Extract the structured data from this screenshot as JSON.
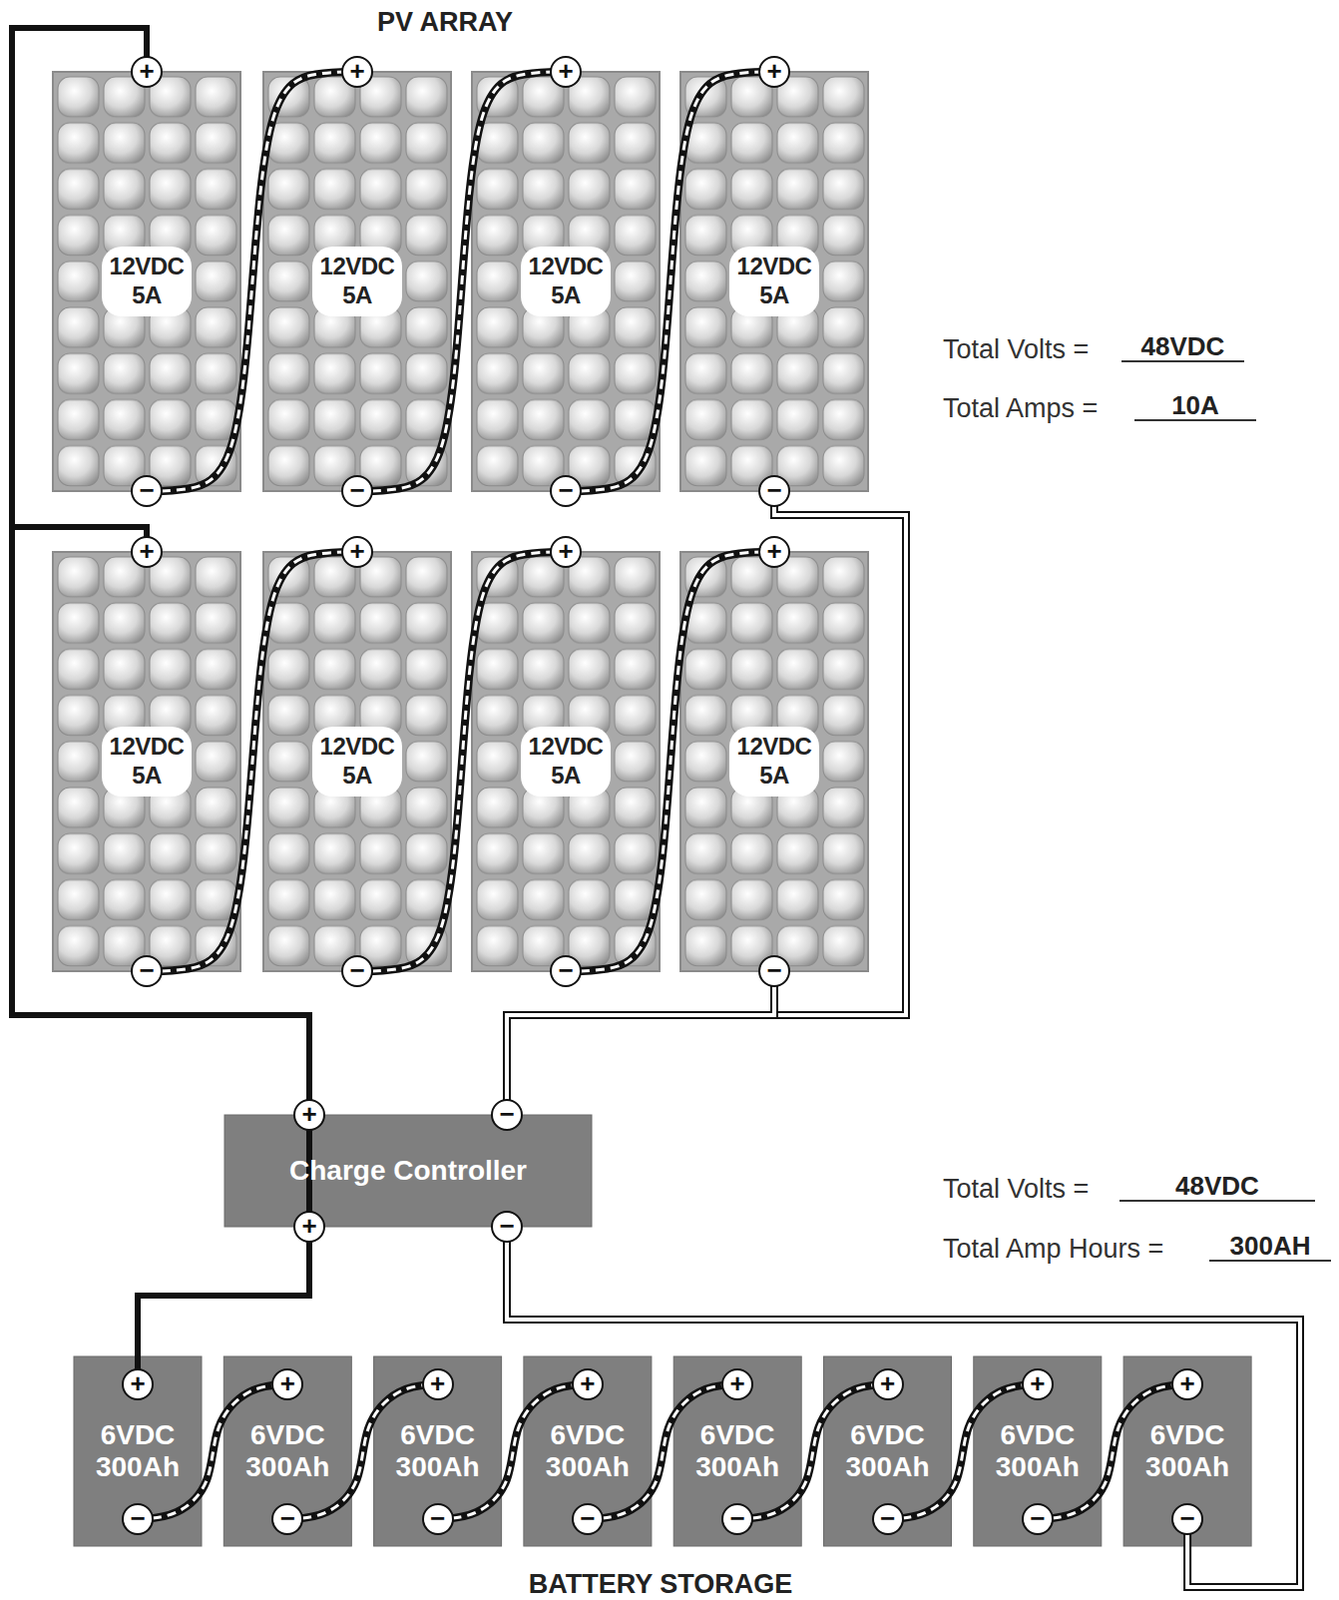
{
  "diagram": {
    "nodes": [
      {
        "text": [
          "12VDC 5A"
        ]
      },
      {
        "text": [
          "12VDC 5A"
        ]
      },
      {
        "text": [
          "12VDC 5A"
        ]
      },
      {
        "text": [
          "12VDC 5A"
        ]
      },
      {
        "text": [
          "12VDC 5A"
        ]
      },
      {
        "text": [
          "12VDC 5A"
        ]
      },
      {
        "text": [
          "12VDC 5A"
        ]
      },
      {
        "text": [
          "12VDC 5A"
        ]
      },
      {
        "text": [
          "Charge Controller"
        ]
      },
      {
        "text": [
          "6VDC 300Ah"
        ]
      },
      {
        "text": [
          "6VDC 300Ah"
        ]
      },
      {
        "text": [
          "6VDC 300Ah"
        ]
      },
      {
        "text": [
          "6VDC 300Ah"
        ]
      },
      {
        "text": [
          "6VDC 300Ah"
        ]
      },
      {
        "text": [
          "6VDC 300Ah"
        ]
      },
      {
        "text": [
          "6VDC 300Ah"
        ]
      },
      {
        "text": [
          "6VDC 300Ah"
        ]
      }
    ],
    "edges": [
      {
        "from": 0,
        "to": 1,
        "arrow": "none"
      },
      {
        "from": 1,
        "to": 2,
        "arrow": "none"
      },
      {
        "from": 2,
        "to": 3,
        "arrow": "none"
      },
      {
        "from": 4,
        "to": 5,
        "arrow": "none"
      },
      {
        "from": 5,
        "to": 6,
        "arrow": "none"
      },
      {
        "from": 6,
        "to": 7,
        "arrow": "none"
      },
      {
        "from": 0,
        "to": 8,
        "arrow": "none"
      },
      {
        "from": 4,
        "to": 8,
        "arrow": "none"
      },
      {
        "from": 3,
        "to": 8,
        "arrow": "none"
      },
      {
        "from": 7,
        "to": 8,
        "arrow": "none"
      },
      {
        "from": 8,
        "to": 9,
        "arrow": "none"
      },
      {
        "from": 9,
        "to": 10,
        "arrow": "none"
      },
      {
        "from": 10,
        "to": 11,
        "arrow": "none"
      },
      {
        "from": 11,
        "to": 12,
        "arrow": "none"
      },
      {
        "from": 12,
        "to": 13,
        "arrow": "none"
      },
      {
        "from": 13,
        "to": 14,
        "arrow": "none"
      },
      {
        "from": 14,
        "to": 15,
        "arrow": "none"
      },
      {
        "from": 15,
        "to": 16,
        "arrow": "none"
      },
      {
        "from": 16,
        "to": 8,
        "arrow": "none"
      }
    ],
    "labels": [
      "PV ARRAY",
      "Total Volts =",
      "48VDC",
      "Total Amps =",
      "10A",
      "Total Volts =",
      "48VDC",
      "Total Amp Hours =",
      "300AH",
      "BATTERY STORAGE",
      "+",
      "−",
      "+",
      "−",
      "+",
      "−",
      "+",
      "−",
      "+",
      "−",
      "+",
      "−",
      "+",
      "−",
      "+",
      "−",
      "+",
      "−",
      "+",
      "−",
      "+",
      "−",
      "+",
      "−",
      "+",
      "−",
      "+",
      "−",
      "+",
      "−",
      "+",
      "−",
      "+",
      "−",
      "+",
      "−"
    ]
  }
}
